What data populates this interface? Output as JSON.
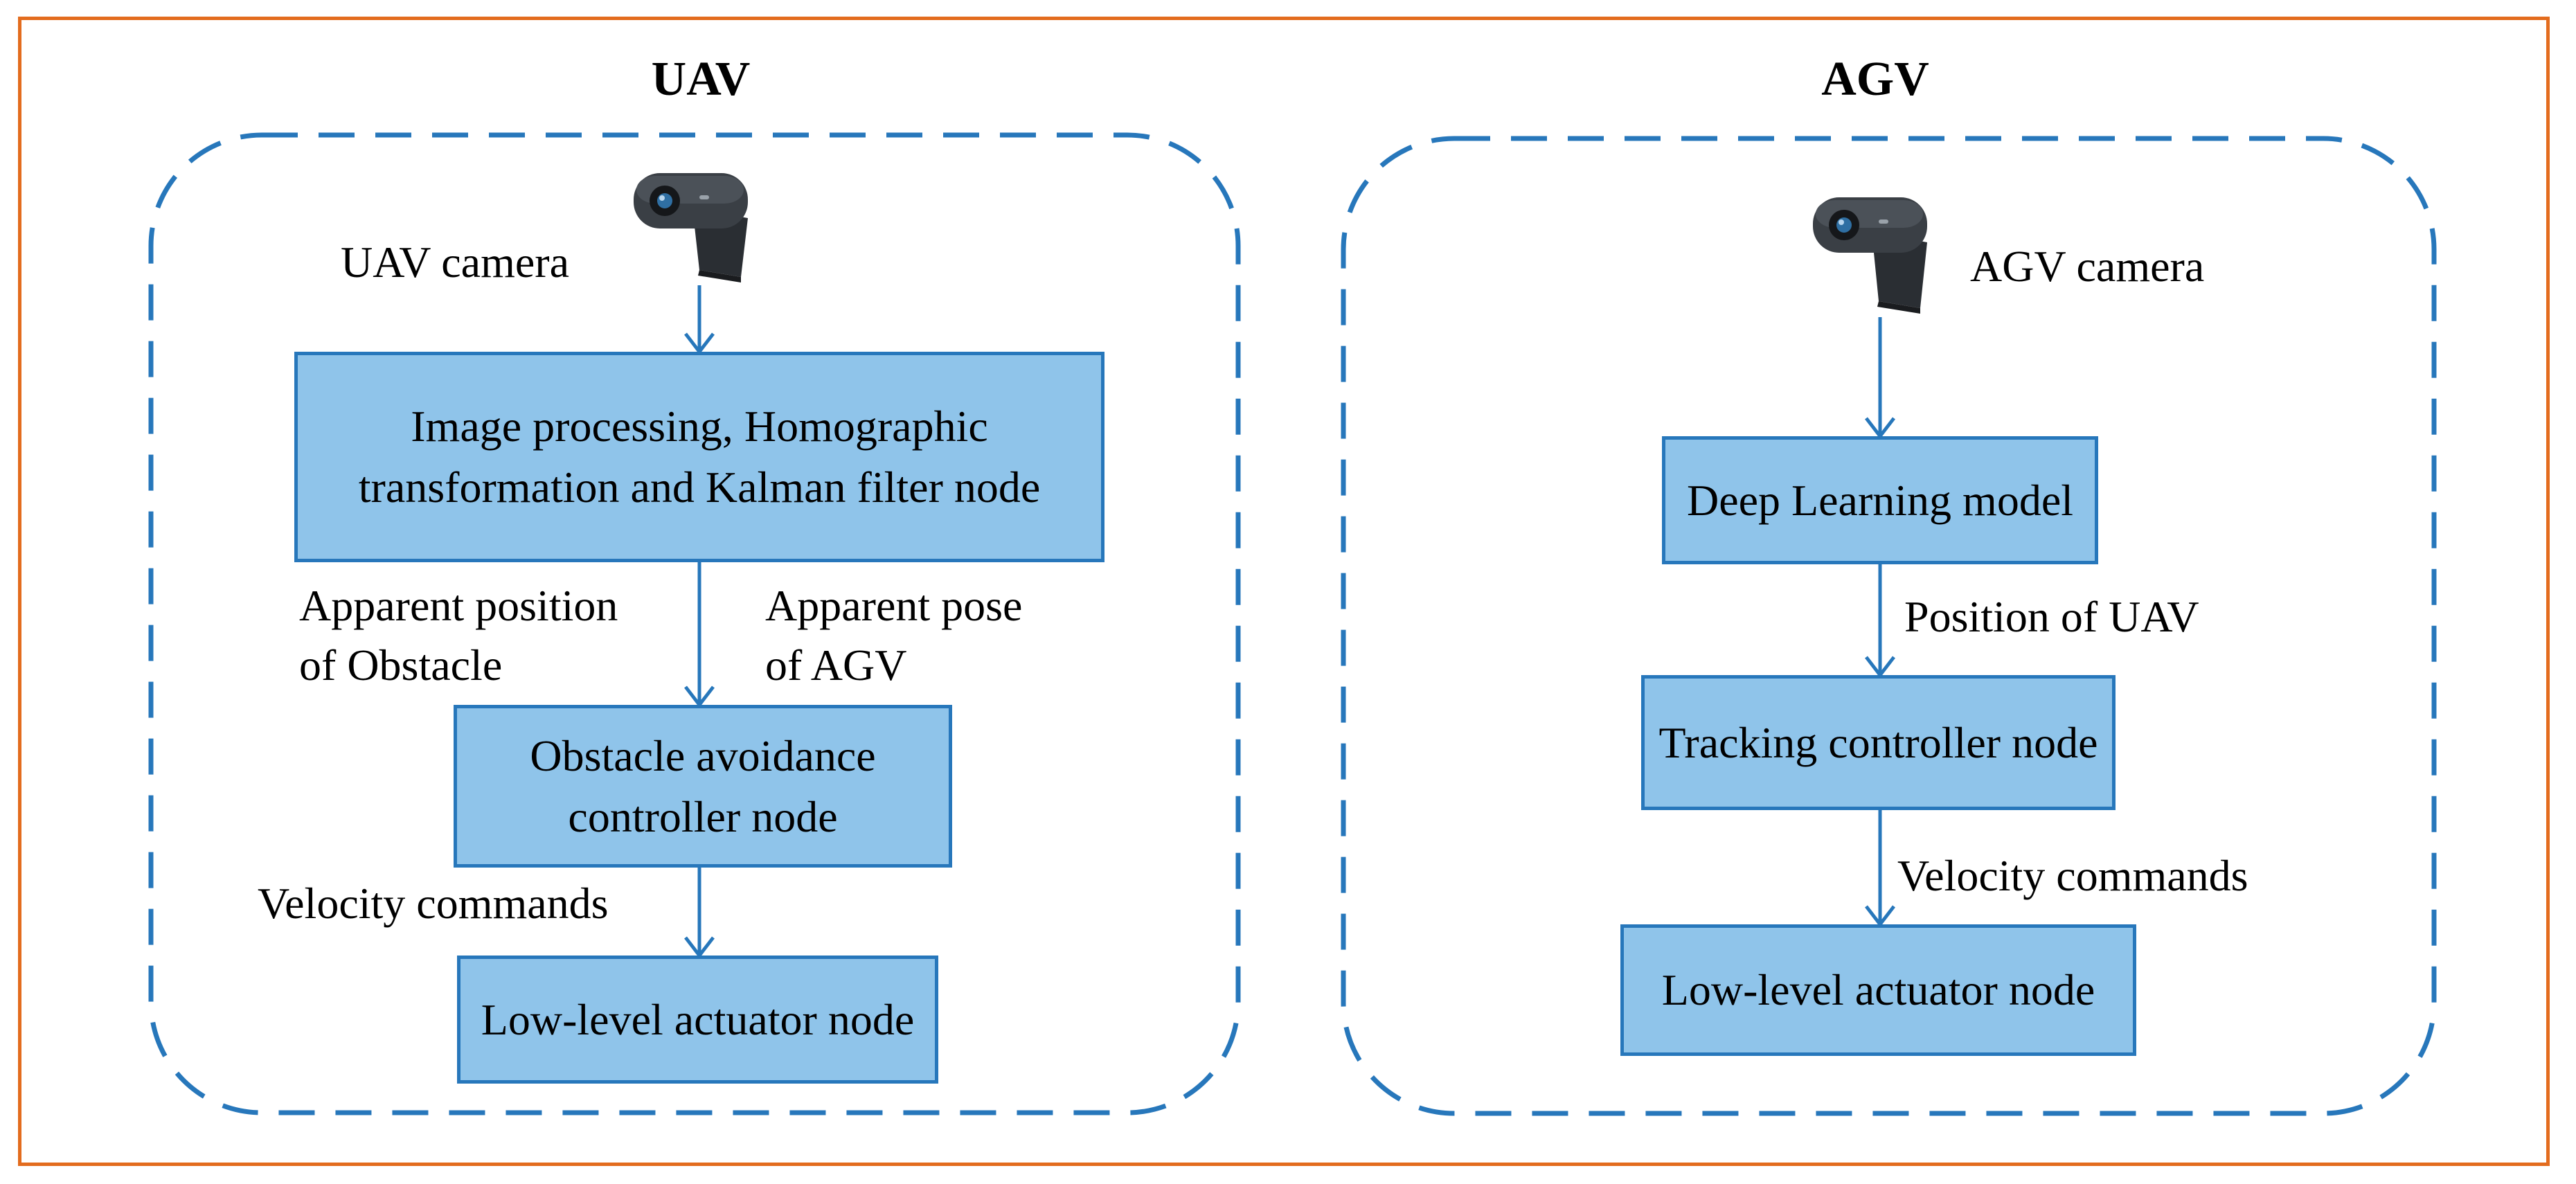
{
  "uav": {
    "title": "UAV",
    "camera_label": "UAV camera",
    "box_image_processing": "Image processing, Homographic transformation and Kalman filter node",
    "label_apparent_position": "Apparent position\nof Obstacle",
    "label_apparent_pose": "Apparent pose\nof AGV",
    "box_obstacle_avoidance": "Obstacle avoidance controller node",
    "label_velocity": "Velocity commands",
    "box_actuator": "Low-level actuator node"
  },
  "agv": {
    "title": "AGV",
    "camera_label": "AGV camera",
    "box_deep_learning": "Deep Learning model",
    "label_position_uav": "Position of UAV",
    "box_tracking": "Tracking controller node",
    "label_velocity": "Velocity commands",
    "box_actuator": "Low-level actuator node"
  },
  "colors": {
    "frame": "#e36c1e",
    "dashed_border": "#2777bb",
    "box_fill": "#8fc4ea",
    "box_border": "#2777bb",
    "arrow": "#2777bb"
  }
}
